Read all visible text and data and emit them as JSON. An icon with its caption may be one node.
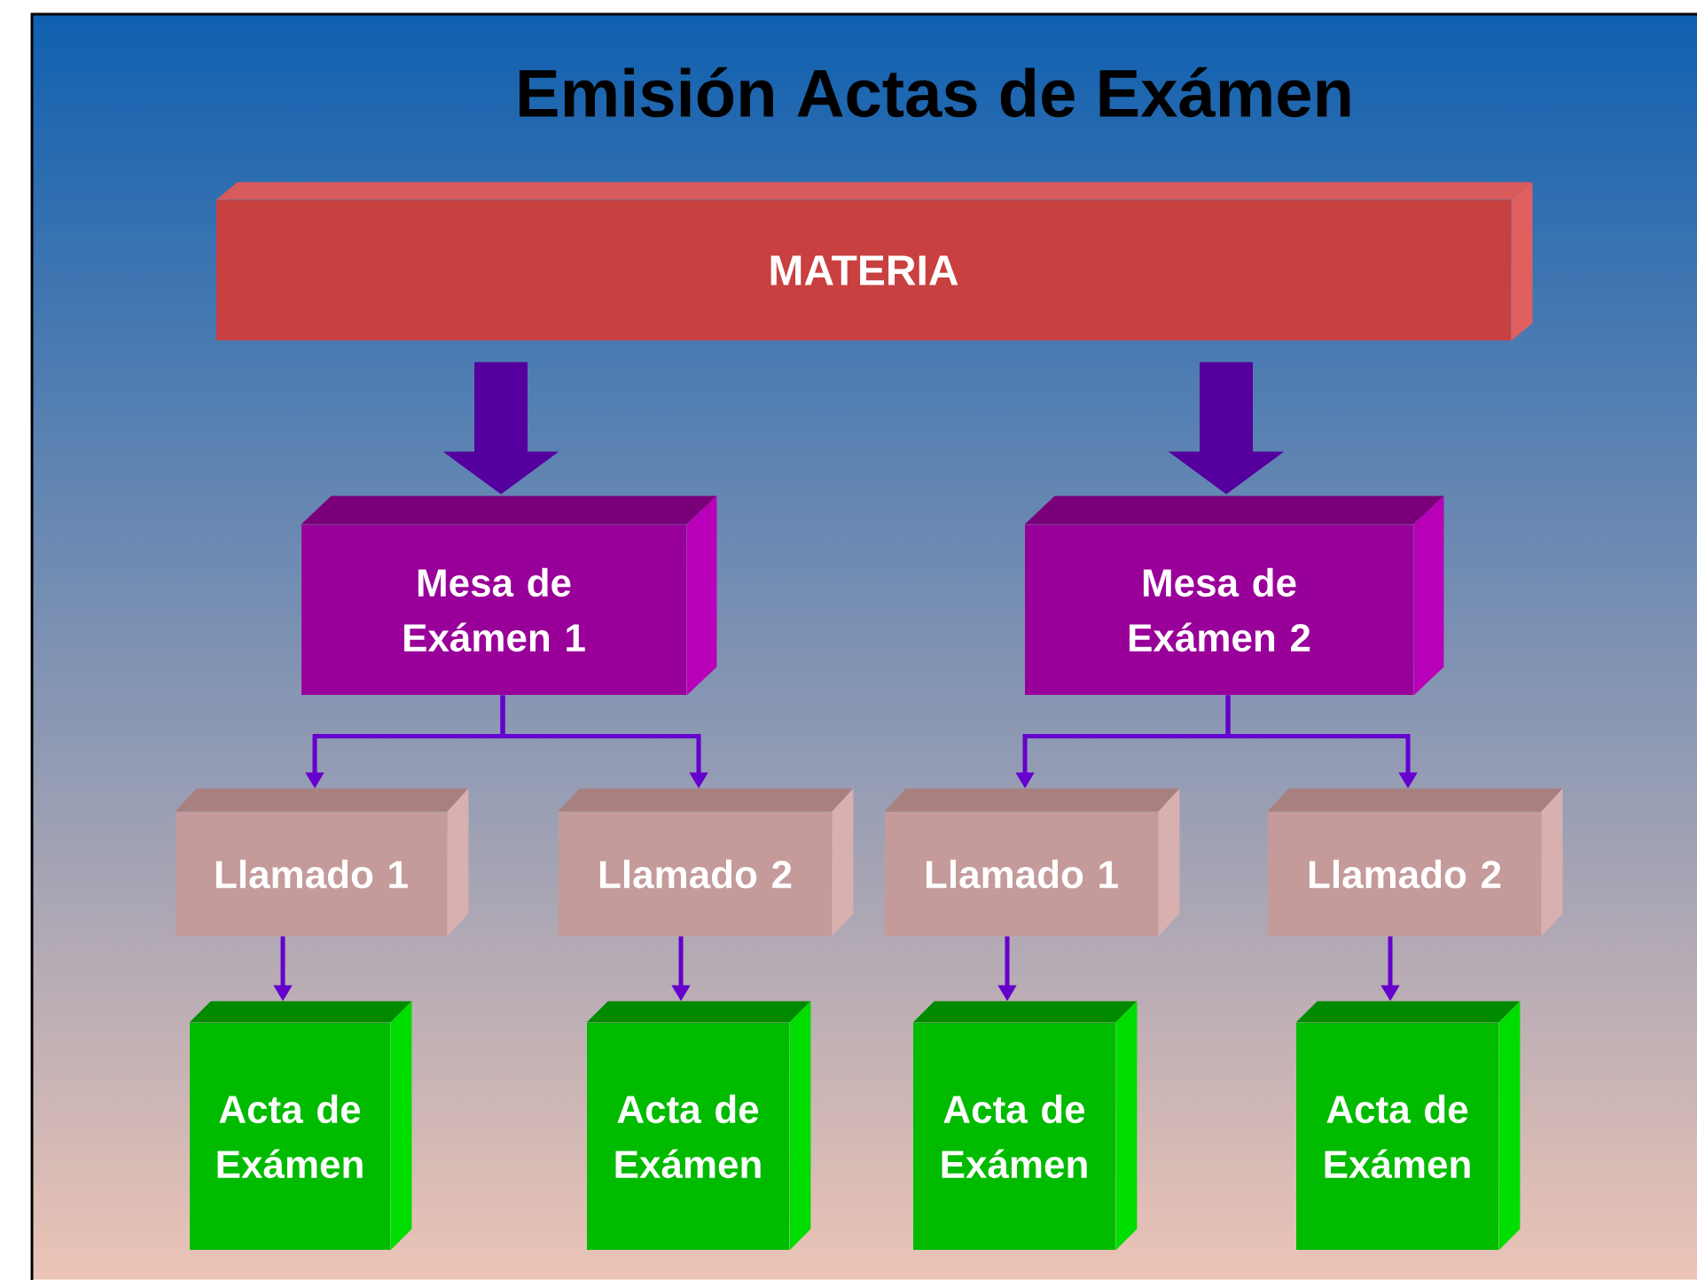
{
  "diagram": {
    "title": "Emisión Actas de Exámen",
    "nodes": [
      {
        "text": [
          "MATERIA"
        ]
      },
      {
        "text": [
          "Mesa de Exámen 1"
        ]
      },
      {
        "text": [
          "Mesa de Exámen 2"
        ]
      },
      {
        "text": [
          "Llamado 1"
        ]
      },
      {
        "text": [
          "Llamado 2"
        ]
      },
      {
        "text": [
          "Llamado 1"
        ]
      },
      {
        "text": [
          "Llamado 2"
        ]
      },
      {
        "text": [
          "Acta de Exámen"
        ]
      },
      {
        "text": [
          "Acta de Exámen"
        ]
      },
      {
        "text": [
          "Acta de Exámen"
        ]
      },
      {
        "text": [
          "Acta de Exámen"
        ]
      }
    ],
    "edges": [
      {
        "from": 0,
        "to": 1,
        "arrow": "to",
        "style": "thick"
      },
      {
        "from": 0,
        "to": 2,
        "arrow": "to",
        "style": "thick"
      },
      {
        "from": 1,
        "to": 3,
        "arrow": "to"
      },
      {
        "from": 1,
        "to": 4,
        "arrow": "to"
      },
      {
        "from": 2,
        "to": 5,
        "arrow": "to"
      },
      {
        "from": 2,
        "to": 6,
        "arrow": "to"
      },
      {
        "from": 3,
        "to": 7,
        "arrow": "to"
      },
      {
        "from": 4,
        "to": 8,
        "arrow": "to"
      },
      {
        "from": 5,
        "to": 9,
        "arrow": "to"
      },
      {
        "from": 6,
        "to": 10,
        "arrow": "to"
      }
    ]
  }
}
